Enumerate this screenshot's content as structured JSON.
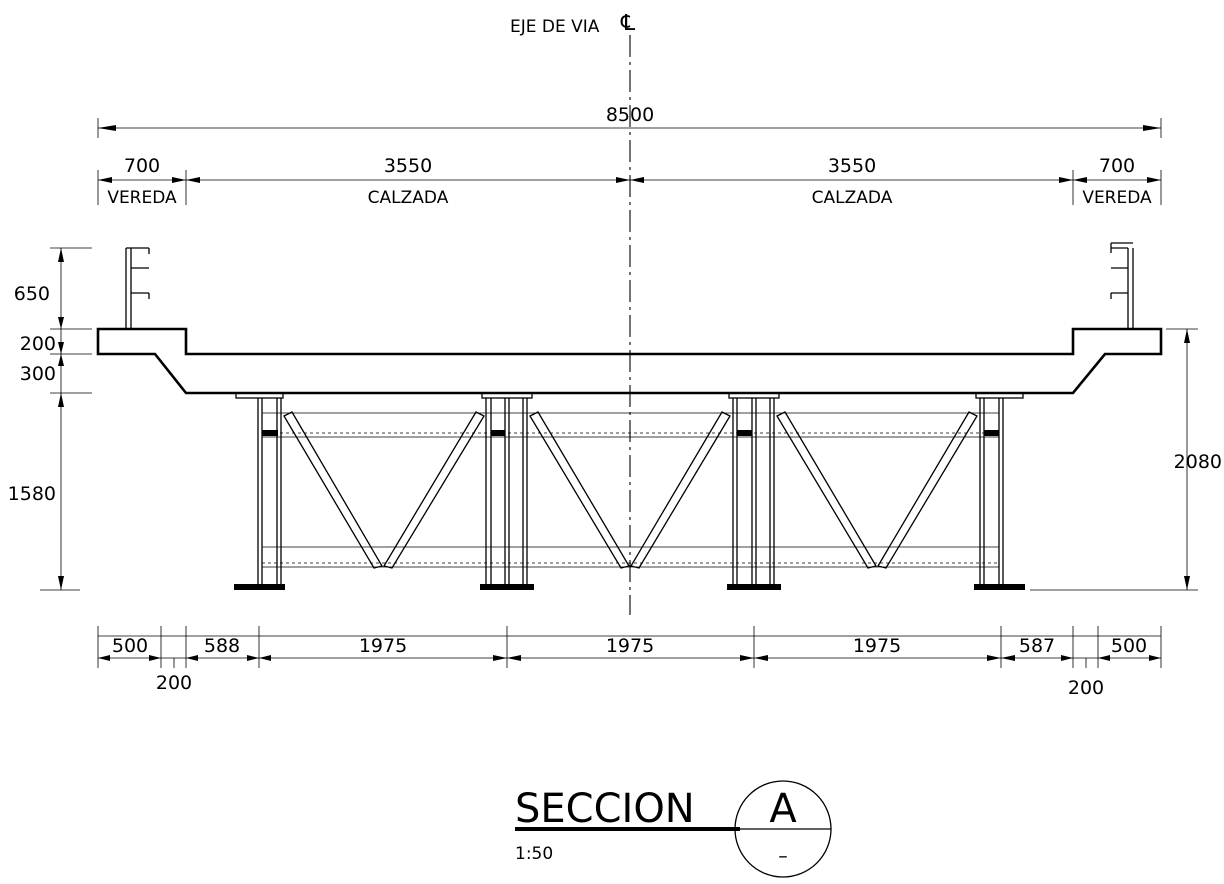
{
  "header": {
    "axis_label": "EJE DE VIA",
    "centerline_symbol": "℄"
  },
  "top_dims": {
    "total": "8500",
    "left_vereda_width": "700",
    "left_vereda_label": "VEREDA",
    "left_calzada_width": "3550",
    "left_calzada_label": "CALZADA",
    "right_calzada_width": "3550",
    "right_calzada_label": "CALZADA",
    "right_vereda_width": "700",
    "right_vereda_label": "VEREDA"
  },
  "left_dims": {
    "railing": "650",
    "curb": "200",
    "slab": "300",
    "girder": "1580"
  },
  "right_dims": {
    "total_height": "2080"
  },
  "bottom_dims": {
    "left_overhang": "500",
    "left_flange": "200",
    "left_edge": "588",
    "spacing_1": "1975",
    "spacing_2": "1975",
    "spacing_3": "1975",
    "right_edge": "587",
    "right_flange": "200",
    "right_overhang": "500"
  },
  "title_block": {
    "title": "SECCION",
    "scale": "1:50",
    "section_letter": "A",
    "sheet_ref": "–"
  }
}
